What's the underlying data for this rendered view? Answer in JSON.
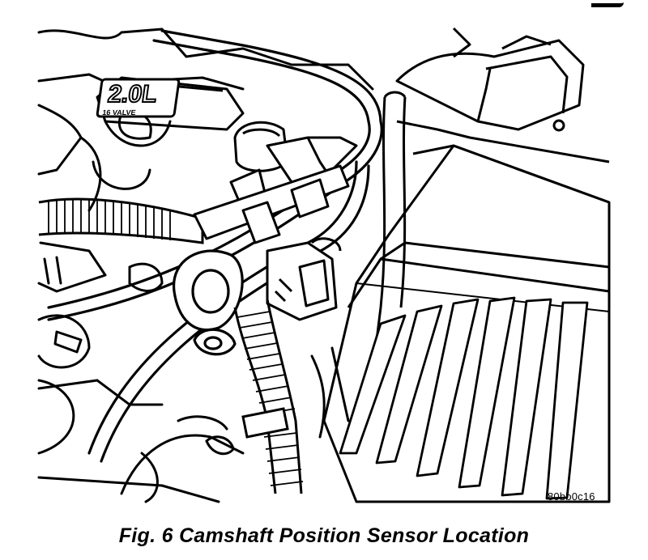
{
  "figure": {
    "reference_code": "80bb0c16",
    "caption": "Fig. 6 Camshaft Position Sensor Location"
  },
  "engine_badge": {
    "text": "2.0L",
    "subtext": "16 VALVE"
  },
  "colors": {
    "ink": "#000000",
    "paper": "#ffffff"
  }
}
